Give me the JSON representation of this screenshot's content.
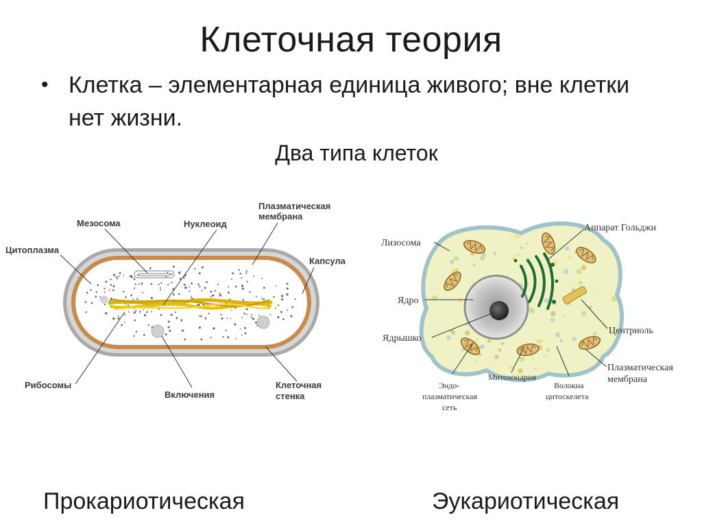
{
  "slide": {
    "title": "Клеточная теория",
    "bullet": "Клетка – элементарная единица живого; вне клетки нет жизни.",
    "subtitle": "Два типа клеток"
  },
  "prokaryote": {
    "caption": "Прокариотическая",
    "labels": {
      "mesosome": "Мезосома",
      "nucleoid": "Нуклеоид",
      "plasma_membrane_1": "Плазматическая",
      "plasma_membrane_2": "мембрана",
      "cytoplasm": "Цитоплазма",
      "capsule": "Капсула",
      "ribosomes": "Рибосомы",
      "inclusions": "Включения",
      "cell_wall_1": "Клеточная",
      "cell_wall_2": "стенка"
    }
  },
  "eukaryote": {
    "caption": "Эукариотическая",
    "labels": {
      "lysosome": "Лизосома",
      "golgi": "Аппарат Гольджи",
      "nucleus": "Ядро",
      "nucleolus": "Ядрышко",
      "centriole": "Центриоль",
      "plasma_membrane_1": "Плазматическая",
      "plasma_membrane_2": "мембрана",
      "er_1": "Эндо-",
      "er_2": "плазматическая",
      "er_3": "сеть",
      "mitochondria": "Митохондрия",
      "cytoskeleton_1": "Волокна",
      "cytoskeleton_2": "цитоскелета"
    }
  },
  "colors": {
    "capsule": "#a8a8a8",
    "cell_wall": "#c98a4e",
    "nucleoid": "#d9b300",
    "eukaryote_cytoplasm": "#eef2c4",
    "eukaryote_border": "#9fc3c9",
    "golgi": "#1f6b34",
    "mitochondria": "#b8893a"
  }
}
